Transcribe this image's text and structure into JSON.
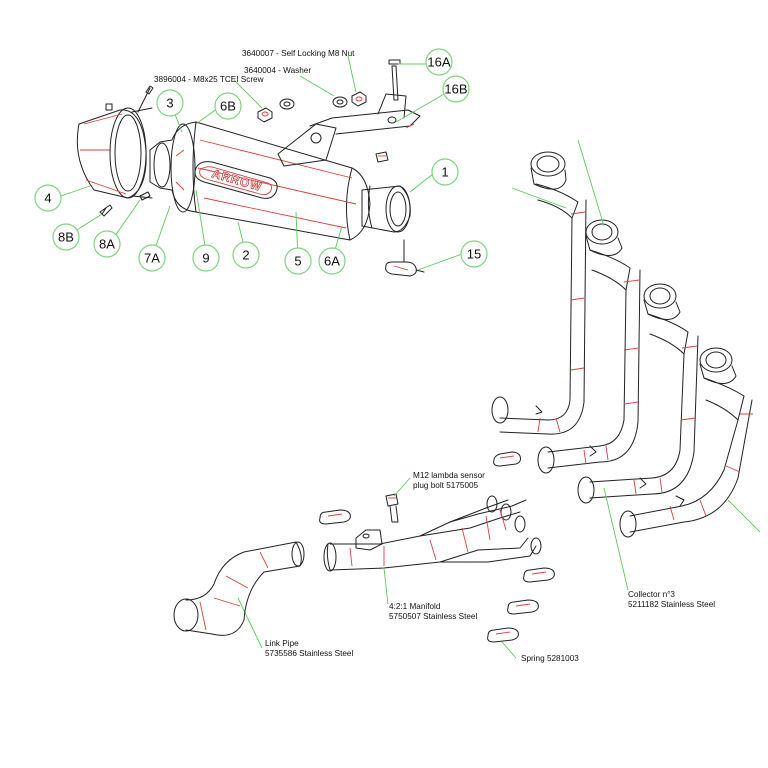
{
  "brand": "ARROW",
  "colors": {
    "outline": "#222222",
    "highlight": "#d94040",
    "leader": "#5cc95c",
    "callout_ring": "#7fd47f"
  },
  "callouts": [
    {
      "id": "c16A",
      "label": "16A"
    },
    {
      "id": "c16B",
      "label": "16B"
    },
    {
      "id": "c3",
      "label": "3"
    },
    {
      "id": "c6B",
      "label": "6B"
    },
    {
      "id": "c1",
      "label": "1"
    },
    {
      "id": "c4",
      "label": "4"
    },
    {
      "id": "c8B",
      "label": "8B"
    },
    {
      "id": "c8A",
      "label": "8A"
    },
    {
      "id": "c7A",
      "label": "7A"
    },
    {
      "id": "c9",
      "label": "9"
    },
    {
      "id": "c2",
      "label": "2"
    },
    {
      "id": "c5",
      "label": "5"
    },
    {
      "id": "c6A",
      "label": "6A"
    },
    {
      "id": "c15",
      "label": "15"
    }
  ],
  "notes": {
    "self_locking_nut": "3640007 - Self Locking M8 Nut",
    "washer": "3640004 - Washer",
    "screw": "3896004 - M8x25 TCEI Screw",
    "lambda_line1": "M12 lambda sensor",
    "lambda_line2": "plug bolt 5175005",
    "manifold_line1": "4:2:1 Manifold",
    "manifold_line2": "5750507 Stainless Steel",
    "collector_line1": "Collector n°3",
    "collector_line2": "5211182 Stainless Steel",
    "link_line1": "Link Pipe",
    "link_line2": "5735586 Stainless Steel",
    "spring": "Spring 5281003"
  }
}
